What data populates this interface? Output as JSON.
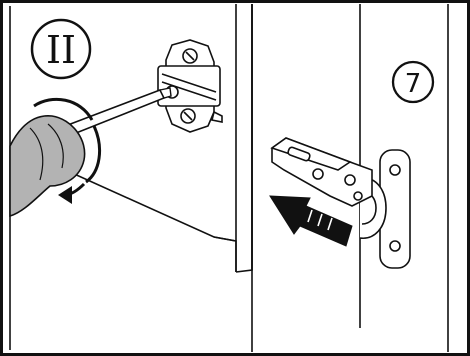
{
  "left_panel": {
    "step_label": "II",
    "parts": [
      "mounting-plate",
      "screwdriver",
      "rotation-arrow",
      "cabinet-side-panel"
    ]
  },
  "right_panel": {
    "step_label": "7",
    "parts": [
      "hinge-arm",
      "hinge-cup",
      "insert-direction-arrow",
      "cabinet-door",
      "cabinet-side-panel"
    ]
  },
  "colors": {
    "line": "#111111",
    "background": "#ffffff",
    "screwdriver_handle": "#b3b3b3",
    "shade": "#d9d9d9"
  }
}
